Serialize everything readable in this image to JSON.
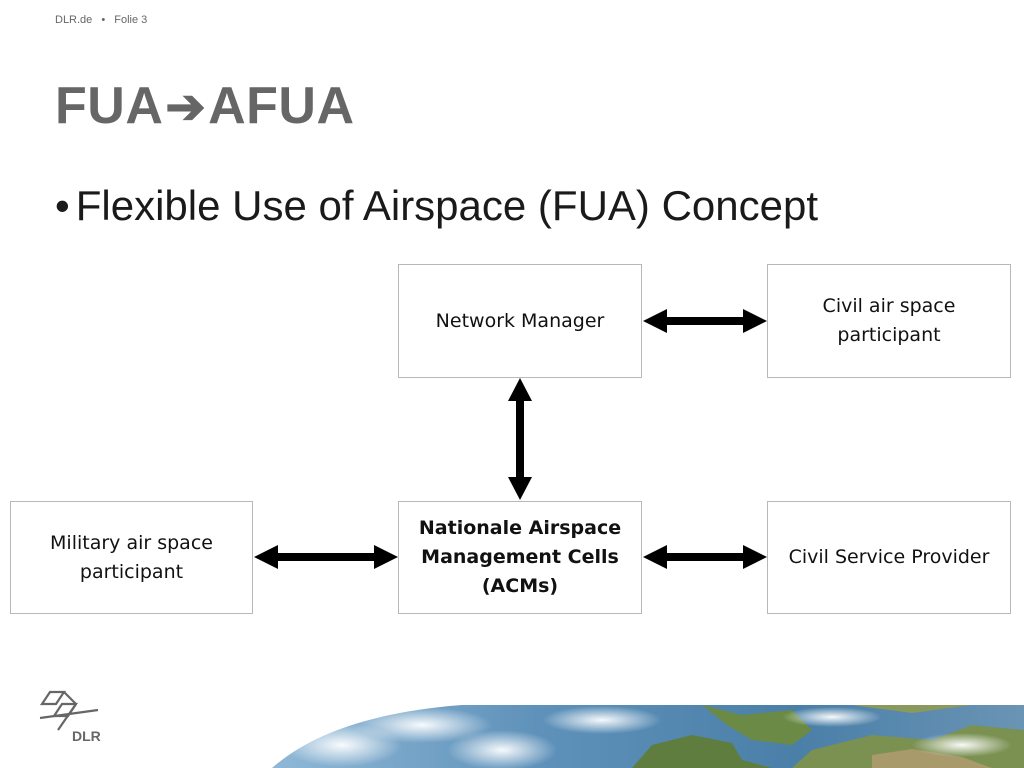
{
  "header": {
    "site": "DLR.de",
    "separator": "•",
    "slide_label": "Folie 3"
  },
  "title": {
    "left": "FUA",
    "arrow": "➔",
    "right": "AFUA"
  },
  "bullet": {
    "marker": "•",
    "text": "Flexible Use of Airspace (FUA) Concept"
  },
  "diagram": {
    "nodes": {
      "network_manager": [
        "Network Manager"
      ],
      "civil_participant": [
        "Civil air space",
        "participant"
      ],
      "military_participant": [
        "Military air space",
        "participant"
      ],
      "acm": [
        "Nationale Airspace",
        "Management Cells",
        "(ACMs)"
      ],
      "civil_service_provider": [
        "Civil Service Provider"
      ]
    },
    "edges": [
      {
        "from": "network_manager",
        "to": "civil_participant",
        "type": "bidirectional"
      },
      {
        "from": "network_manager",
        "to": "acm",
        "type": "bidirectional"
      },
      {
        "from": "military_participant",
        "to": "acm",
        "type": "bidirectional"
      },
      {
        "from": "acm",
        "to": "civil_service_provider",
        "type": "bidirectional"
      }
    ],
    "box_border_color": "#b8b8b8",
    "arrow_color": "#000000"
  },
  "logo": {
    "text": "DLR",
    "color": "#666666"
  },
  "colors": {
    "title": "#666666",
    "body_text": "#1a1a1a"
  }
}
